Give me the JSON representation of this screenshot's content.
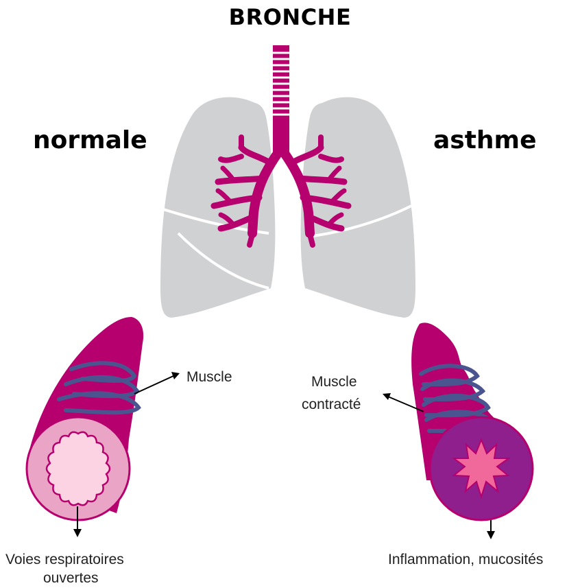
{
  "title": "BRONCHE",
  "left_label": "normale",
  "right_label": "asthme",
  "annotations": {
    "muscle": "Muscle",
    "muscle_contracted_line1": "Muscle",
    "muscle_contracted_line2": "contracté",
    "open_airways_line1": "Voies respiratoires",
    "open_airways_line2": "ouvertes",
    "inflammation": "Inflammation, mucosités"
  },
  "colors": {
    "bronchus": "#b5006e",
    "lung": "#cfd1d3",
    "muscle_band": "#4a5590",
    "normal_wall": "#e9a4c6",
    "normal_lumen": "#fbd3e3",
    "asthma_wall": "#8f1f8c",
    "asthma_lumen": "#f0699a"
  }
}
